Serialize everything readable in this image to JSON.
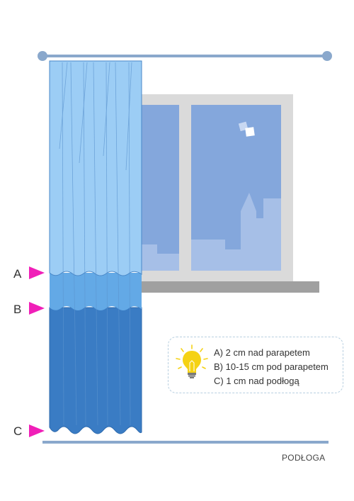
{
  "markers": [
    {
      "letter": "A"
    },
    {
      "letter": "B"
    },
    {
      "letter": "C"
    }
  ],
  "tips": [
    "A) 2 cm nad parapetem",
    "B) 10-15 cm pod parapetem",
    "C) 1 cm nad podłogą"
  ],
  "floor_label": "PODŁOGA",
  "icons": {
    "tip": "lightbulb-icon",
    "marker": "arrow-right-icon"
  },
  "colors": {
    "rod": "#8aa8cc",
    "curtain_light": "#9ccdf5",
    "curtain_mid": "#63a9e6",
    "curtain_dark": "#3a7cc4",
    "window_frame": "#dadada",
    "glass": "#84a7dc",
    "sill": "#a0a0a0",
    "marker": "#f01fb8",
    "bulb": "#f5d214"
  }
}
